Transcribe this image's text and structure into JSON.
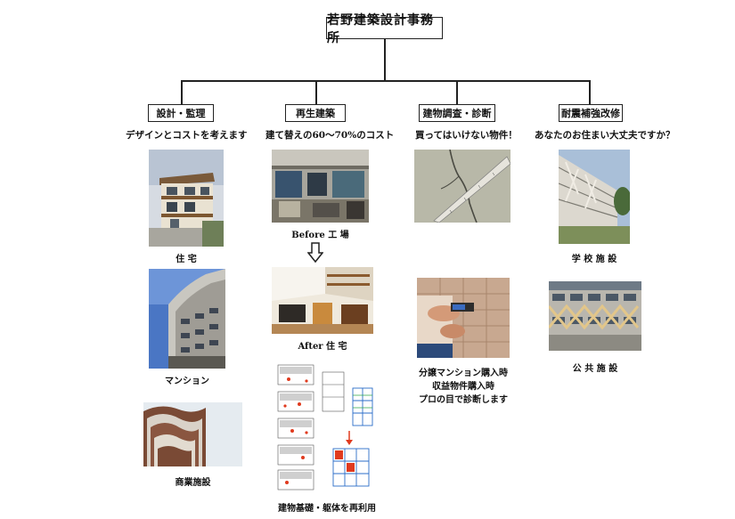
{
  "root": {
    "title": "若野建築設計事務所"
  },
  "categories": [
    {
      "label": "設計・監理",
      "tagline": "デザインとコストを考えます",
      "items": [
        "住 宅",
        "マンション",
        "商業施設"
      ]
    },
    {
      "label": "再生建築",
      "tagline": "建て替えの60～70%のコスト",
      "items": [
        "Before 工 場",
        "After 住 宅",
        "建物基礎・躯体を再利用"
      ]
    },
    {
      "label": "建物調査・診断",
      "tagline": "買ってはいけない物件！",
      "notes": [
        "分譲マンション購入時",
        "収益物件購入時",
        "プロの目で診断します"
      ]
    },
    {
      "label": "耐震補強改修",
      "tagline": "あなたのお住まい大丈夫ですか？",
      "items": [
        "学 校 施 設",
        "公 共 施 設"
      ]
    }
  ],
  "colors": {
    "line": "#222222",
    "accent": "#e03a1e"
  }
}
